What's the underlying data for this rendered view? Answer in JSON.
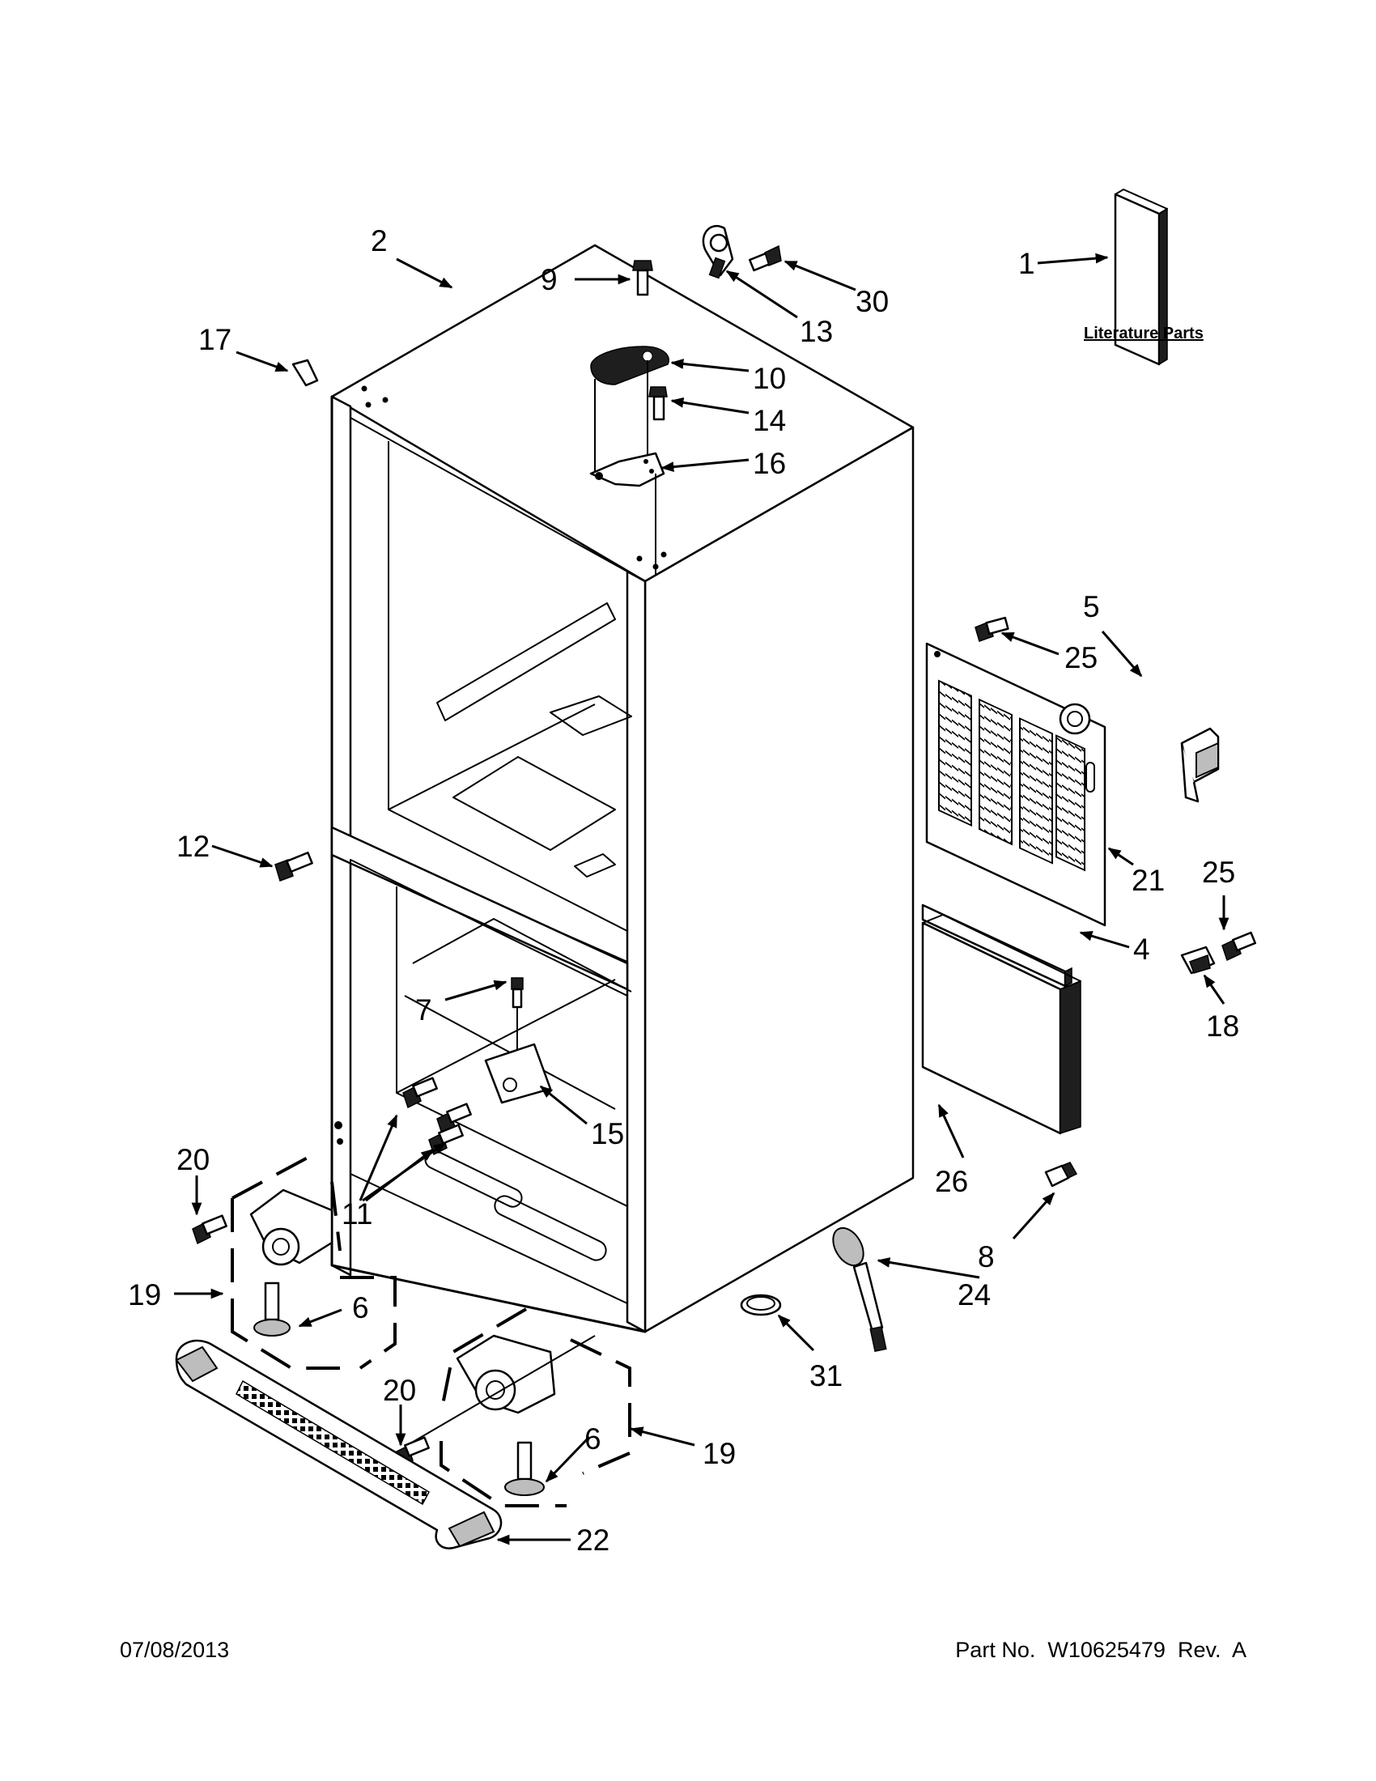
{
  "footer": {
    "date": "07/08/2013",
    "part_number": "Part No.  W10625479  Rev.  A"
  },
  "literature_label": "Literature Parts",
  "callouts": {
    "c1": "1",
    "c2": "2",
    "c4": "4",
    "c5": "5",
    "c6a": "6",
    "c6b": "6",
    "c7": "7",
    "c8": "8",
    "c9": "9",
    "c10": "10",
    "c11": "11",
    "c12": "12",
    "c13": "13",
    "c14": "14",
    "c15": "15",
    "c16": "16",
    "c17": "17",
    "c18": "18",
    "c19a": "19",
    "c19b": "19",
    "c20a": "20",
    "c20b": "20",
    "c21": "21",
    "c22": "22",
    "c24": "24",
    "c25a": "25",
    "c25b": "25",
    "c26": "26",
    "c30": "30",
    "c31": "31"
  }
}
